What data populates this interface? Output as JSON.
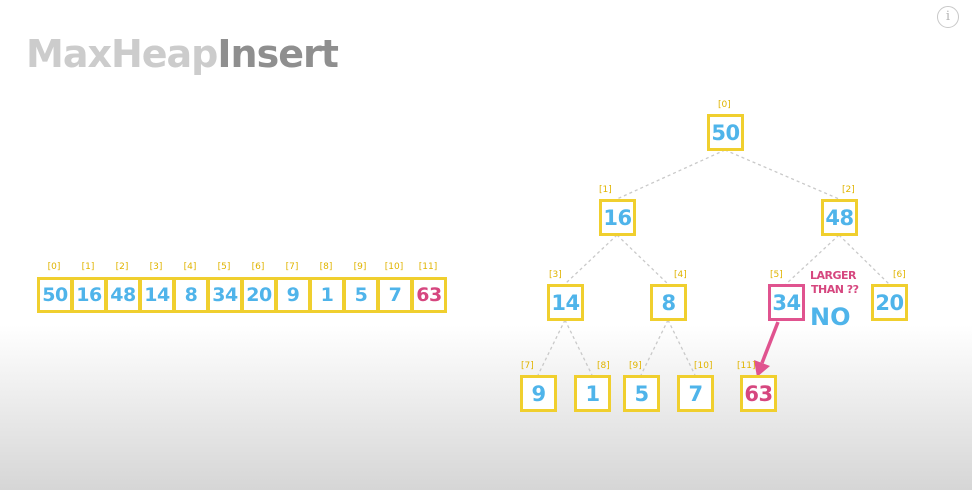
{
  "title": {
    "part1": "MaxHeap",
    "part2": "Insert"
  },
  "info_icon": "i",
  "array": {
    "indices": [
      "[0]",
      "[1]",
      "[2]",
      "[3]",
      "[4]",
      "[5]",
      "[6]",
      "[7]",
      "[8]",
      "[9]",
      "[10]",
      "[11]"
    ],
    "values": [
      "50",
      "16",
      "48",
      "14",
      "8",
      "34",
      "20",
      "9",
      "1",
      "5",
      "7",
      "63"
    ]
  },
  "tree": {
    "nodes": [
      {
        "index": "[0]",
        "value": "50"
      },
      {
        "index": "[1]",
        "value": "16"
      },
      {
        "index": "[2]",
        "value": "48"
      },
      {
        "index": "[3]",
        "value": "14"
      },
      {
        "index": "[4]",
        "value": "8"
      },
      {
        "index": "[5]",
        "value": "34"
      },
      {
        "index": "[6]",
        "value": "20"
      },
      {
        "index": "[7]",
        "value": "9"
      },
      {
        "index": "[8]",
        "value": "1"
      },
      {
        "index": "[9]",
        "value": "5"
      },
      {
        "index": "[10]",
        "value": "7"
      },
      {
        "index": "[11]",
        "value": "63"
      }
    ]
  },
  "comparison": {
    "line1": "LARGER",
    "line2": "THAN ??",
    "answer": "NO"
  },
  "colors": {
    "node_border": "#f0cf2e",
    "value": "#4fb4ea",
    "highlight": "#d6477f",
    "index": "#e0b400"
  }
}
